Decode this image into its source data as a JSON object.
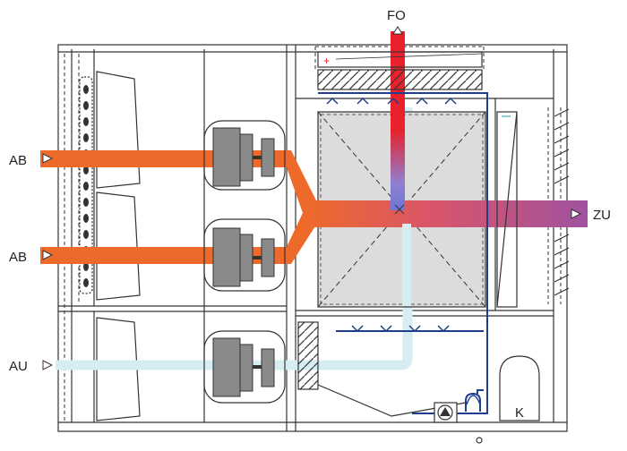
{
  "labels": {
    "exhaust_air_top": "AB",
    "exhaust_air_bottom": "AB",
    "outdoor_air": "AU",
    "exhaust_out": "FO",
    "supply_air": "ZU",
    "condensate_unit": "K",
    "heater_plus": "+"
  },
  "colors": {
    "exhaust_air": "#ee6a2a",
    "exhaust_out": "#e8212c",
    "supply_air": "#a052a0",
    "outdoor_air": "#d6eef2",
    "pipe": "#1f3e8f",
    "fan": "#8a8a8a",
    "exchanger": "#dcdcdc"
  },
  "icons": {
    "flow_arrow": "triangle-arrow-icon",
    "pump": "pump-icon"
  }
}
